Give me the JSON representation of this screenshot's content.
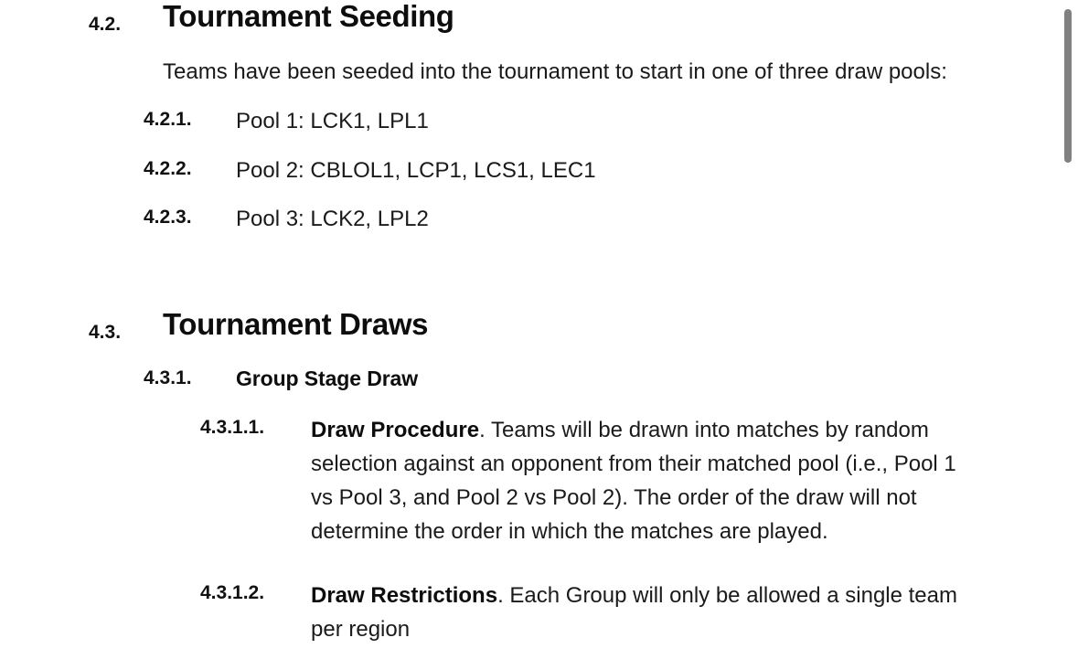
{
  "document": {
    "sections": [
      {
        "number": "4.2.",
        "title": "Tournament Seeding",
        "intro": "Teams have been seeded into the tournament to start in one of three draw pools:",
        "items": [
          {
            "number": "4.2.1.",
            "text": "Pool 1: LCK1, LPL1"
          },
          {
            "number": "4.2.2.",
            "text": "Pool 2: CBLOL1, LCP1, LCS1, LEC1"
          },
          {
            "number": "4.2.3.",
            "text": "Pool 3: LCK2, LPL2"
          }
        ]
      },
      {
        "number": "4.3.",
        "title": "Tournament Draws",
        "subsection": {
          "number": "4.3.1.",
          "title": "Group Stage Draw",
          "clauses": [
            {
              "number": "4.3.1.1.",
              "lead": "Draw Procedure",
              "body": ". Teams will be drawn into matches by random selection against an opponent from their matched pool (i.e., Pool 1 vs Pool 3, and Pool 2 vs Pool 2). The order of the draw will not determine the order in which the matches are played."
            },
            {
              "number": "4.3.1.2.",
              "lead": "Draw Restrictions",
              "body": ". Each Group will only be allowed a single team per region"
            }
          ]
        }
      }
    ]
  },
  "scrollbar": {
    "thumb_color": "#808080"
  }
}
